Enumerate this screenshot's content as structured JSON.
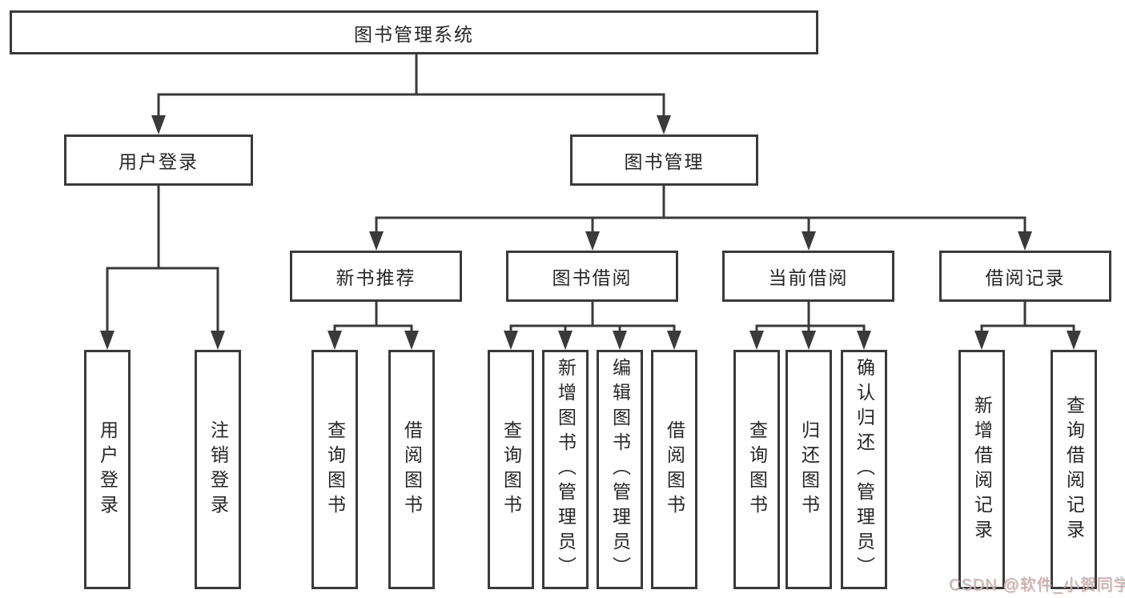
{
  "diagram_title": "图书管理系统",
  "nodes": {
    "root": {
      "label": "图书管理系统"
    },
    "level2": [
      {
        "label": "用户登录"
      },
      {
        "label": "图书管理"
      }
    ],
    "level3": [
      {
        "label": "新书推荐",
        "parent": "图书管理"
      },
      {
        "label": "图书借阅",
        "parent": "图书管理"
      },
      {
        "label": "当前借阅",
        "parent": "图书管理"
      },
      {
        "label": "借阅记录",
        "parent": "图书管理"
      }
    ],
    "leaves": [
      {
        "label": "用户登录",
        "parent": "用户登录"
      },
      {
        "label": "注销登录",
        "parent": "用户登录"
      },
      {
        "label": "查询图书",
        "parent": "新书推荐"
      },
      {
        "label": "借阅图书",
        "parent": "新书推荐"
      },
      {
        "label": "查询图书",
        "parent": "图书借阅"
      },
      {
        "label": "新增图书（管理员）",
        "parent": "图书借阅"
      },
      {
        "label": "编辑图书（管理员）",
        "parent": "图书借阅"
      },
      {
        "label": "借阅图书",
        "parent": "图书借阅"
      },
      {
        "label": "查询图书",
        "parent": "当前借阅"
      },
      {
        "label": "归还图书",
        "parent": "当前借阅"
      },
      {
        "label": "确认归还（管理员）",
        "parent": "当前借阅"
      },
      {
        "label": "新增借阅记录",
        "parent": "借阅记录"
      },
      {
        "label": "查询借阅记录",
        "parent": "借阅记录"
      }
    ]
  },
  "watermark": {
    "text": "CSDN @软件_小贺同学"
  },
  "colors": {
    "line": "#3a3a3a",
    "text": "#262626",
    "box_background": "#ffffff",
    "watermark_text": "#b9b9b9",
    "watermark_shadow": "#eb6464"
  }
}
